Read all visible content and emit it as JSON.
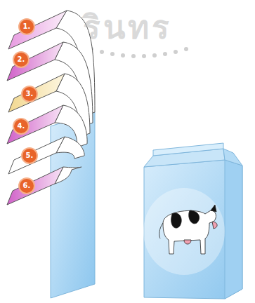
{
  "diagram": {
    "labels": [
      "รินทร",
      "1.",
      "2.",
      "3.",
      "4.",
      "5.",
      "6."
    ]
  }
}
